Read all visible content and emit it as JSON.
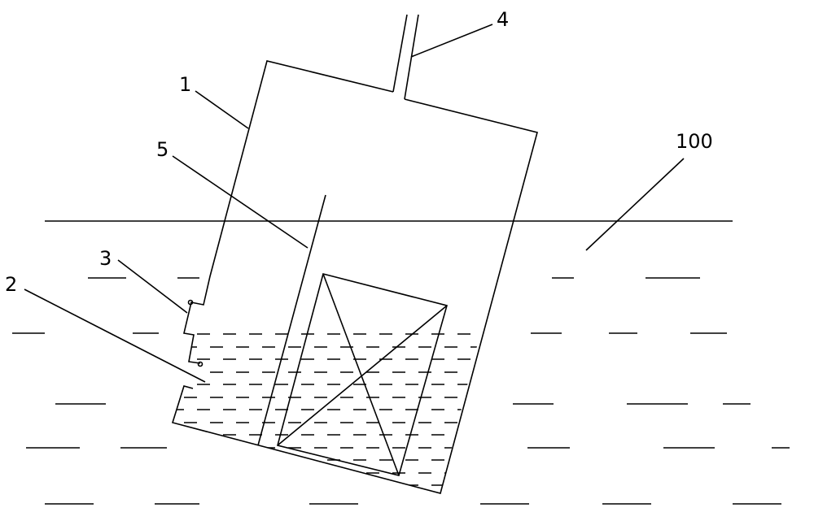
{
  "labels": {
    "vessel": "1",
    "outlet": "2",
    "inlet_notch": "3",
    "pipe": "4",
    "baffle": "5",
    "water_body": "100"
  },
  "colors": {
    "line": "#000000",
    "background": "#ffffff"
  }
}
